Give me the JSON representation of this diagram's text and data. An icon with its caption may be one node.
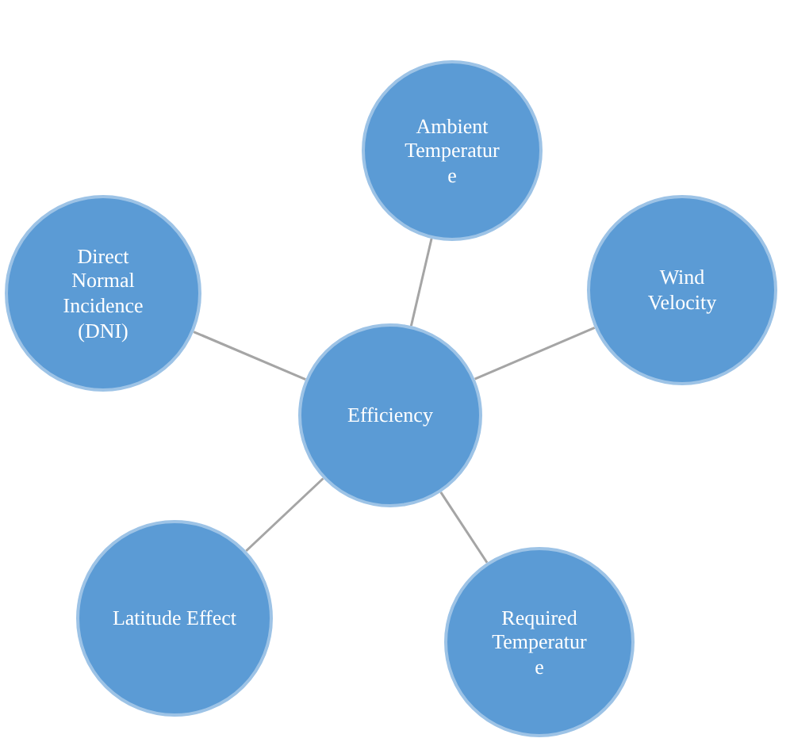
{
  "diagram": {
    "nodes": [
      {
        "text": [
          "Ambient Temperature"
        ]
      },
      {
        "text": [
          "Direct Normal Incidence (DNI)"
        ]
      },
      {
        "text": [
          "Wind Velocity"
        ]
      },
      {
        "text": [
          "Efficiency"
        ]
      },
      {
        "text": [
          "Latitude Effect"
        ]
      },
      {
        "text": [
          "Required Temperature"
        ]
      }
    ],
    "edges": [
      {
        "from": 3,
        "to": 0,
        "arrow": "none"
      },
      {
        "from": 3,
        "to": 1,
        "arrow": "none"
      },
      {
        "from": 3,
        "to": 2,
        "arrow": "none"
      },
      {
        "from": 3,
        "to": 4,
        "arrow": "none"
      },
      {
        "from": 3,
        "to": 5,
        "arrow": "none"
      }
    ]
  }
}
